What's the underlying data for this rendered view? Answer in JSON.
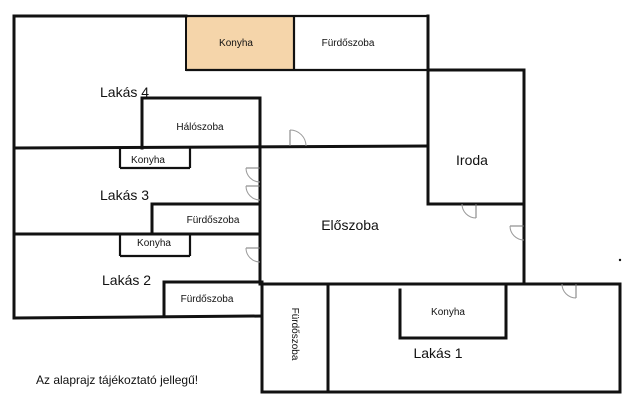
{
  "rooms": {
    "konyha_top": "Konyha",
    "furdo_top": "Fürdőszoba",
    "lakas4": "Lakás 4",
    "haloszoba": "Hálószoba",
    "konyha_4": "Konyha",
    "iroda": "Iroda",
    "lakas3": "Lakás 3",
    "furdo_3": "Fürdőszoba",
    "eloszoba": "Előszoba",
    "konyha_3": "Konyha",
    "lakas2": "Lakás 2",
    "furdo_2": "Fürdőszoba",
    "furdo_vertical": "Fürdőszoba",
    "konyha_1": "Konyha",
    "lakas1": "Lakás 1"
  },
  "note": "Az alaprajz tájékoztató jellegű!",
  "colors": {
    "highlight_fill": "#F5D5AA",
    "wall": "#111111",
    "window": "#D0D0D0"
  }
}
